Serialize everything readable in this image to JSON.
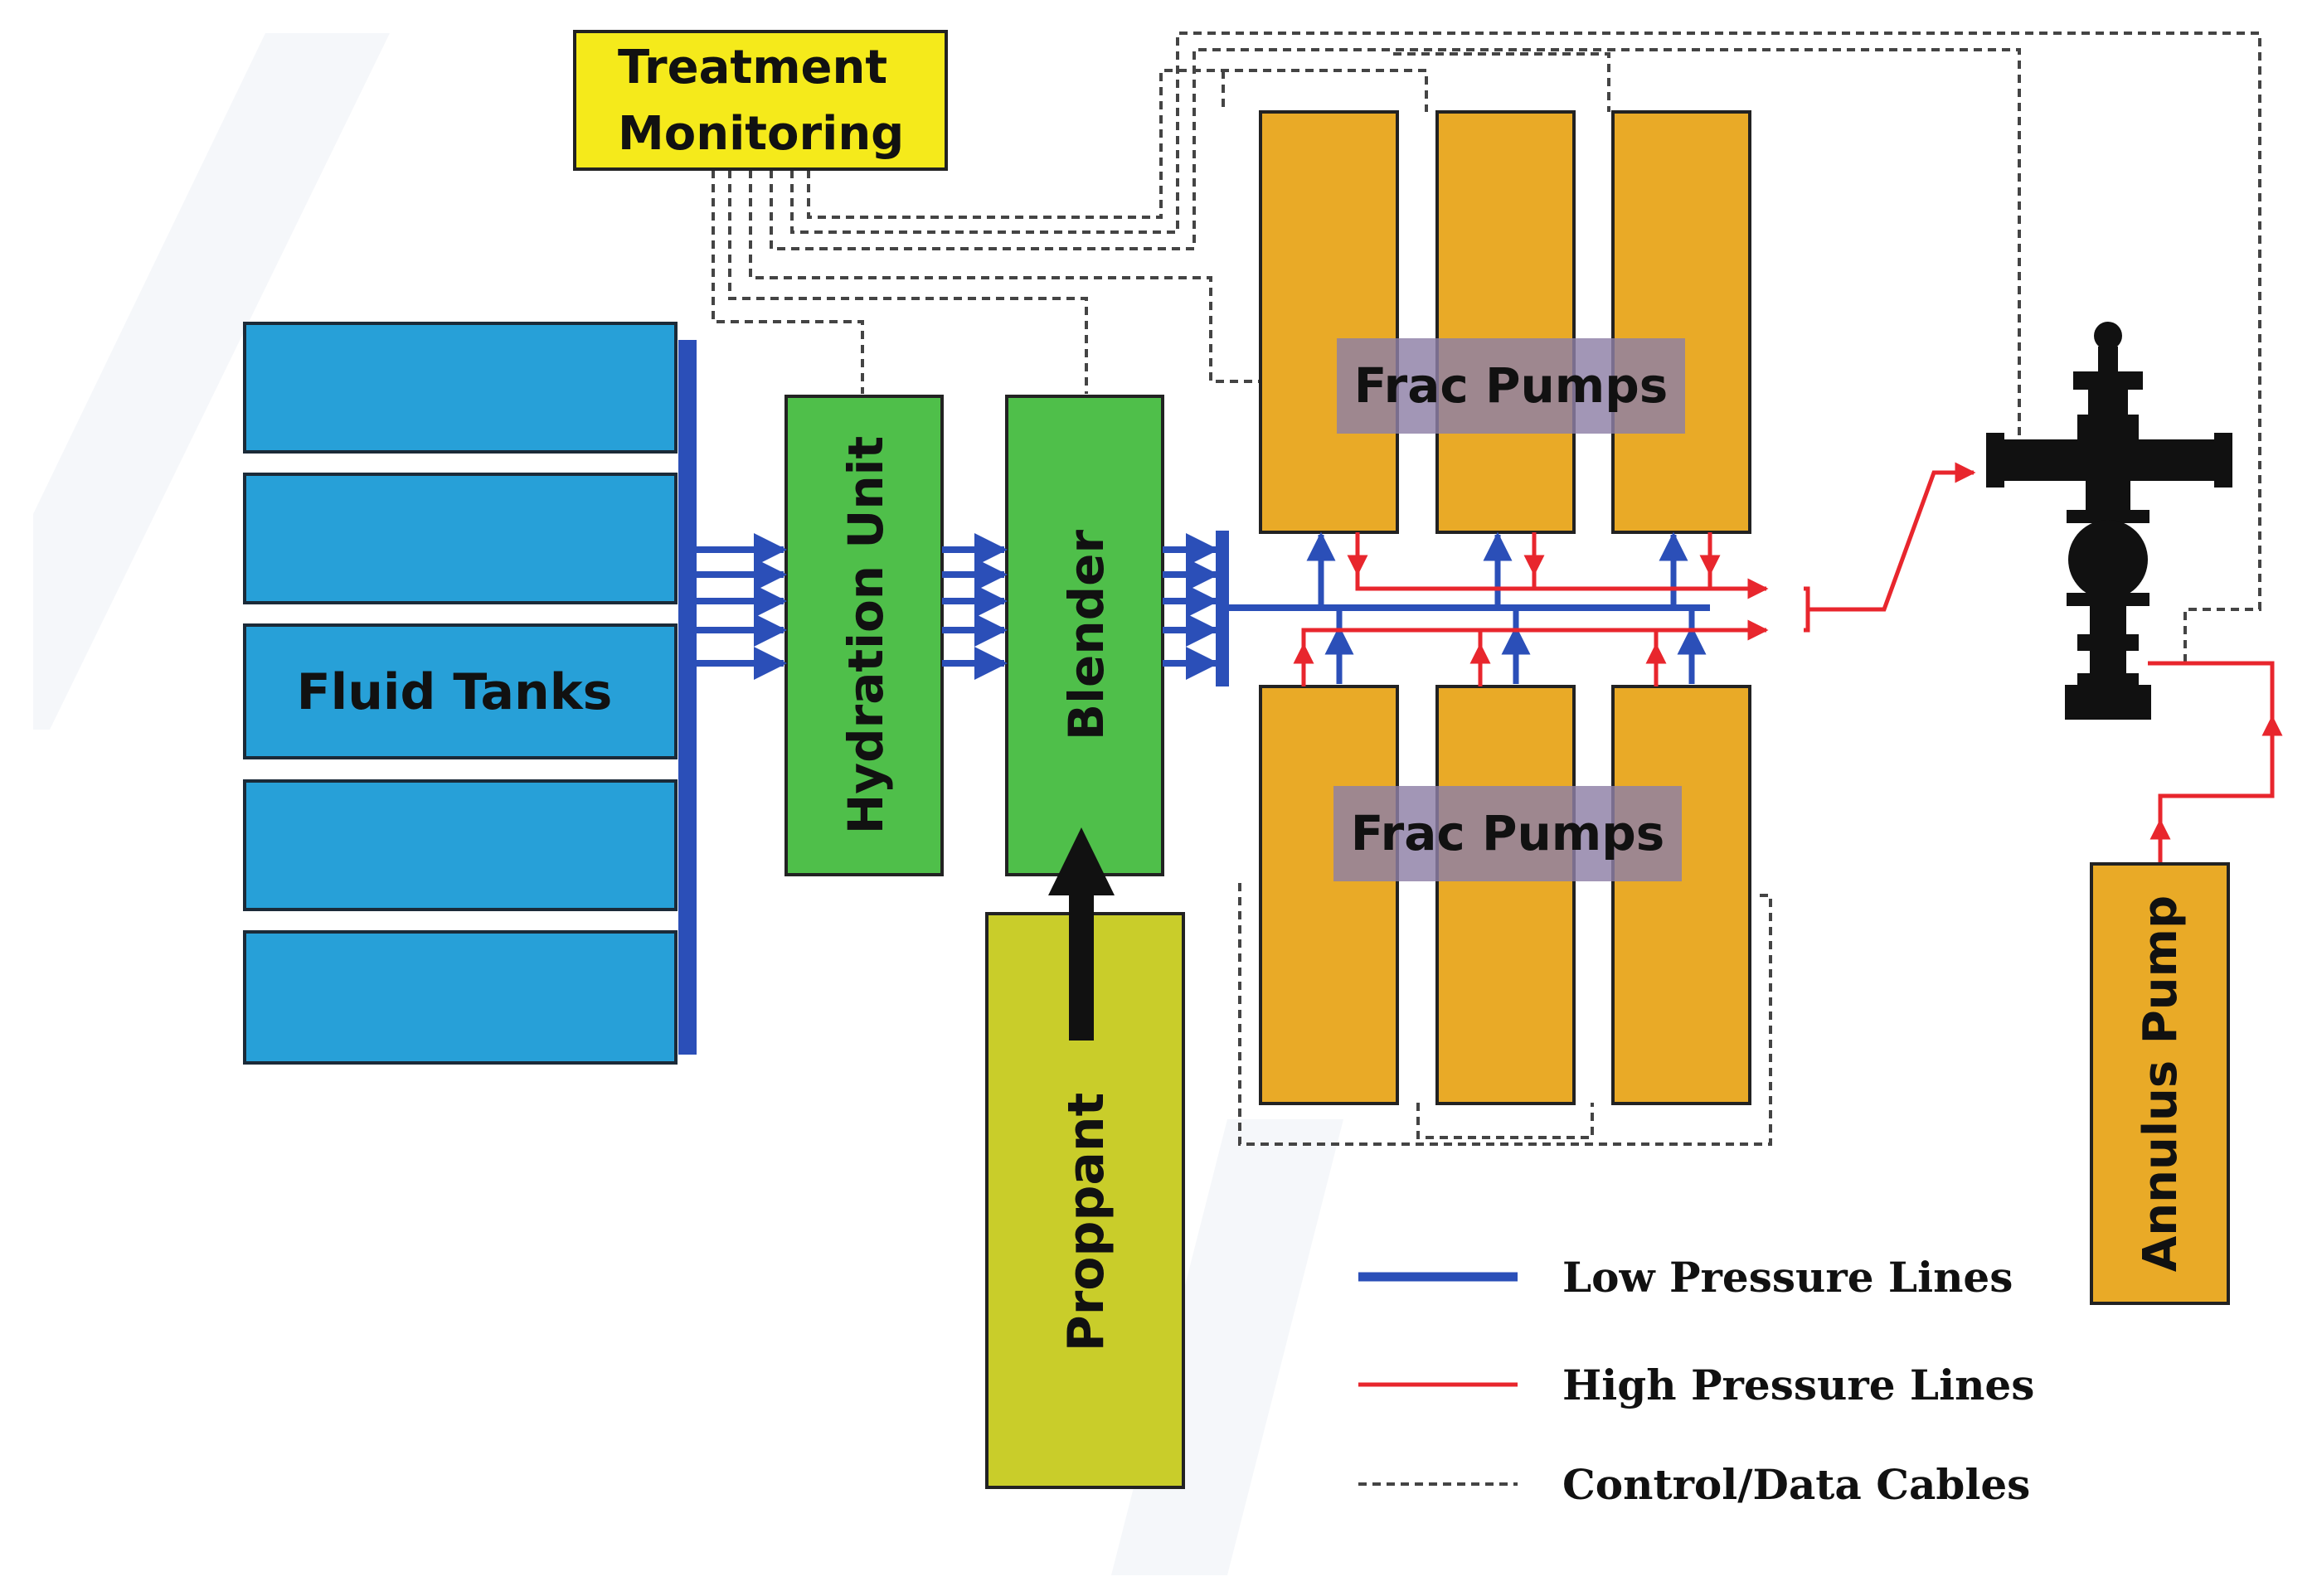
{
  "labels": {
    "treatment_monitoring_line1": "Treatment",
    "treatment_monitoring_line2": "Monitoring",
    "fluid_tanks": "Fluid Tanks",
    "hydration_unit": "Hydration Unit",
    "blender": "Blender",
    "proppant": "Proppant",
    "frac_pumps_upper": "Frac Pumps",
    "frac_pumps_lower": "Frac Pumps",
    "annulus_pump": "Annulus Pump"
  },
  "legend": [
    {
      "label": "Low Pressure Lines",
      "style": "solid",
      "color": "#2b4fb8"
    },
    {
      "label": "High Pressure Lines",
      "style": "solid",
      "color": "#e8262d"
    },
    {
      "label": "Control/Data Cables",
      "style": "dashed",
      "color": "#444444"
    }
  ],
  "colors": {
    "treatment_monitoring_fill": "#f5ea1b",
    "fluid_tanks_fill": "#27a0d8",
    "hydration_blender_fill": "#4fbf4a",
    "proppant_fill": "#c9cd2a",
    "pump_fill": "#e9aa27",
    "frac_label_band": "#8e7fa6",
    "wellhead_fill": "#111111",
    "low_pressure": "#2b4fb8",
    "high_pressure": "#e8262d",
    "cable": "#444444"
  }
}
